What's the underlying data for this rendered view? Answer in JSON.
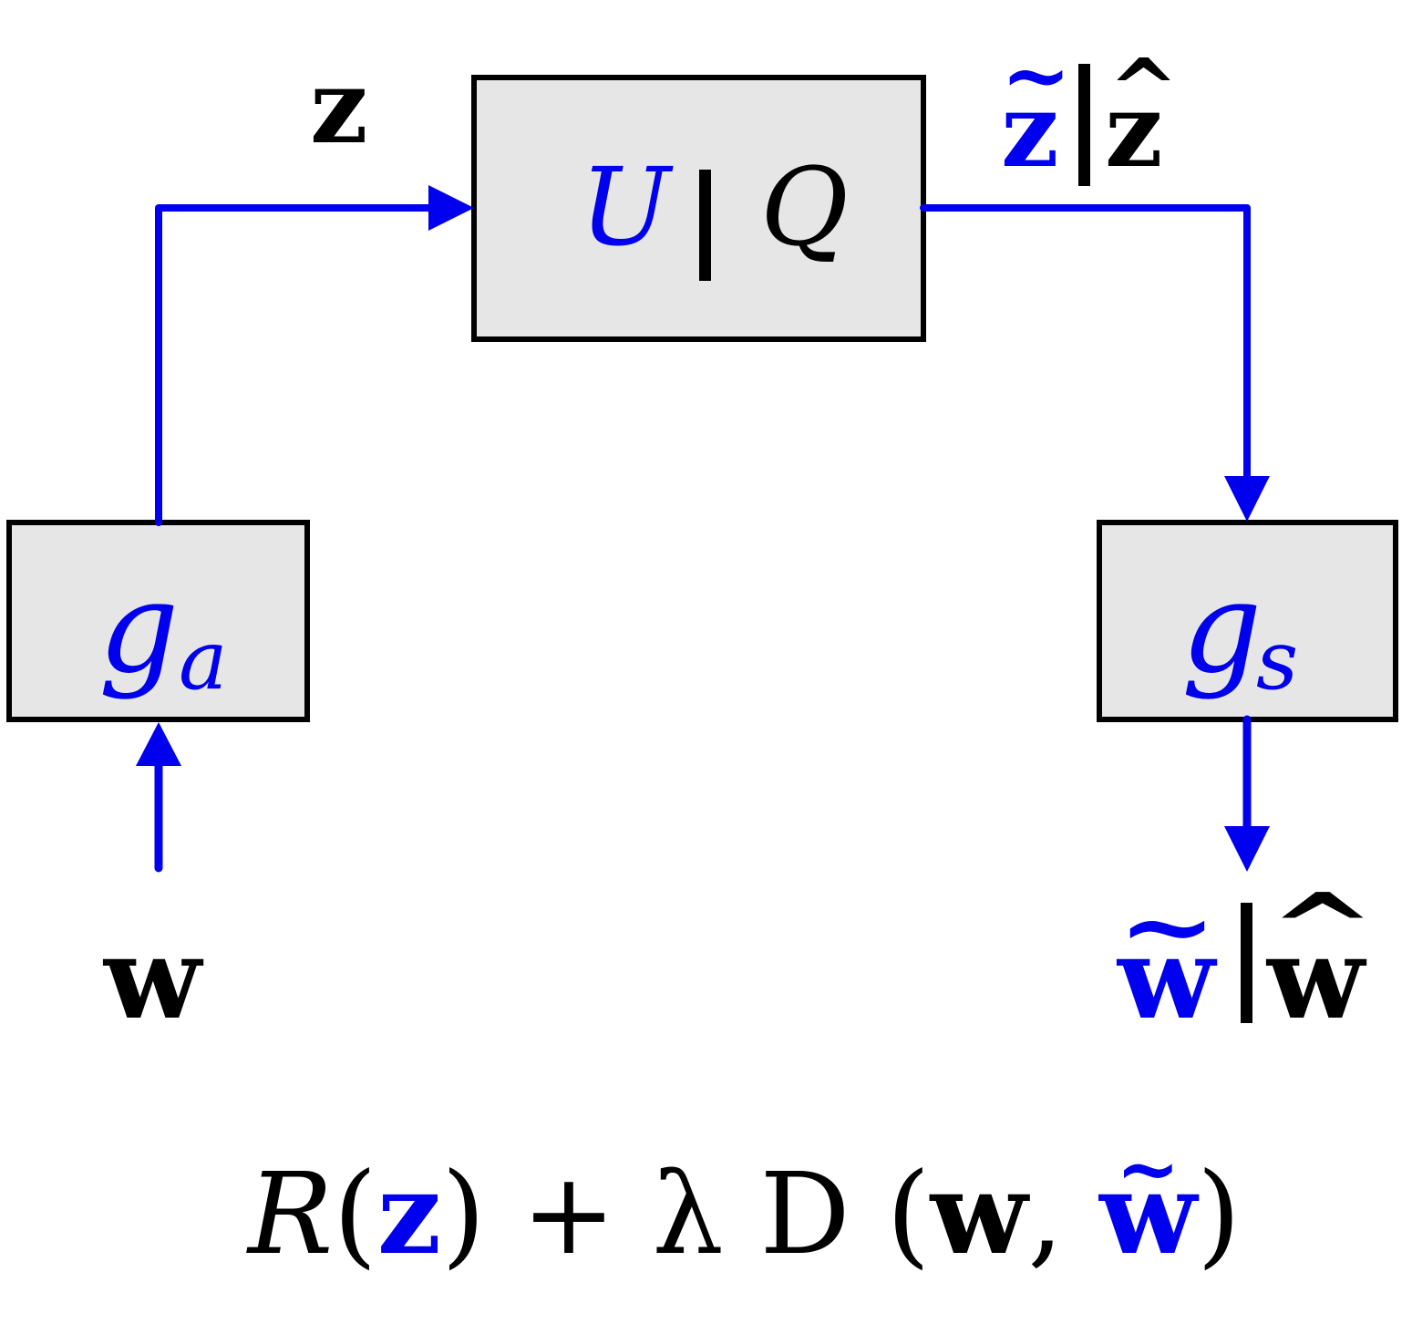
{
  "colors": {
    "accent": "#0000ee",
    "box_fill": "#e6e6e6",
    "ink": "#000000"
  },
  "blocks": {
    "quantizer": {
      "left": "U",
      "sep": "|",
      "right": "Q"
    },
    "analysis": {
      "base": "g",
      "sub": "a"
    },
    "synthesis": {
      "base": "g",
      "sub": "s"
    }
  },
  "signals": {
    "input": "w",
    "latent": "z",
    "latent_quantized": {
      "noisy": "z",
      "rounded": "z"
    },
    "output": {
      "noisy": "w",
      "rounded": "w"
    }
  },
  "objective": {
    "R": "R",
    "lp1": "(",
    "z": "z",
    "rp1": ")",
    "plus": "+",
    "lambda": "λ",
    "D": "D",
    "lp2": "(",
    "w": "w",
    "comma": ",",
    "w_tilde": "w",
    "rp2": ")"
  }
}
